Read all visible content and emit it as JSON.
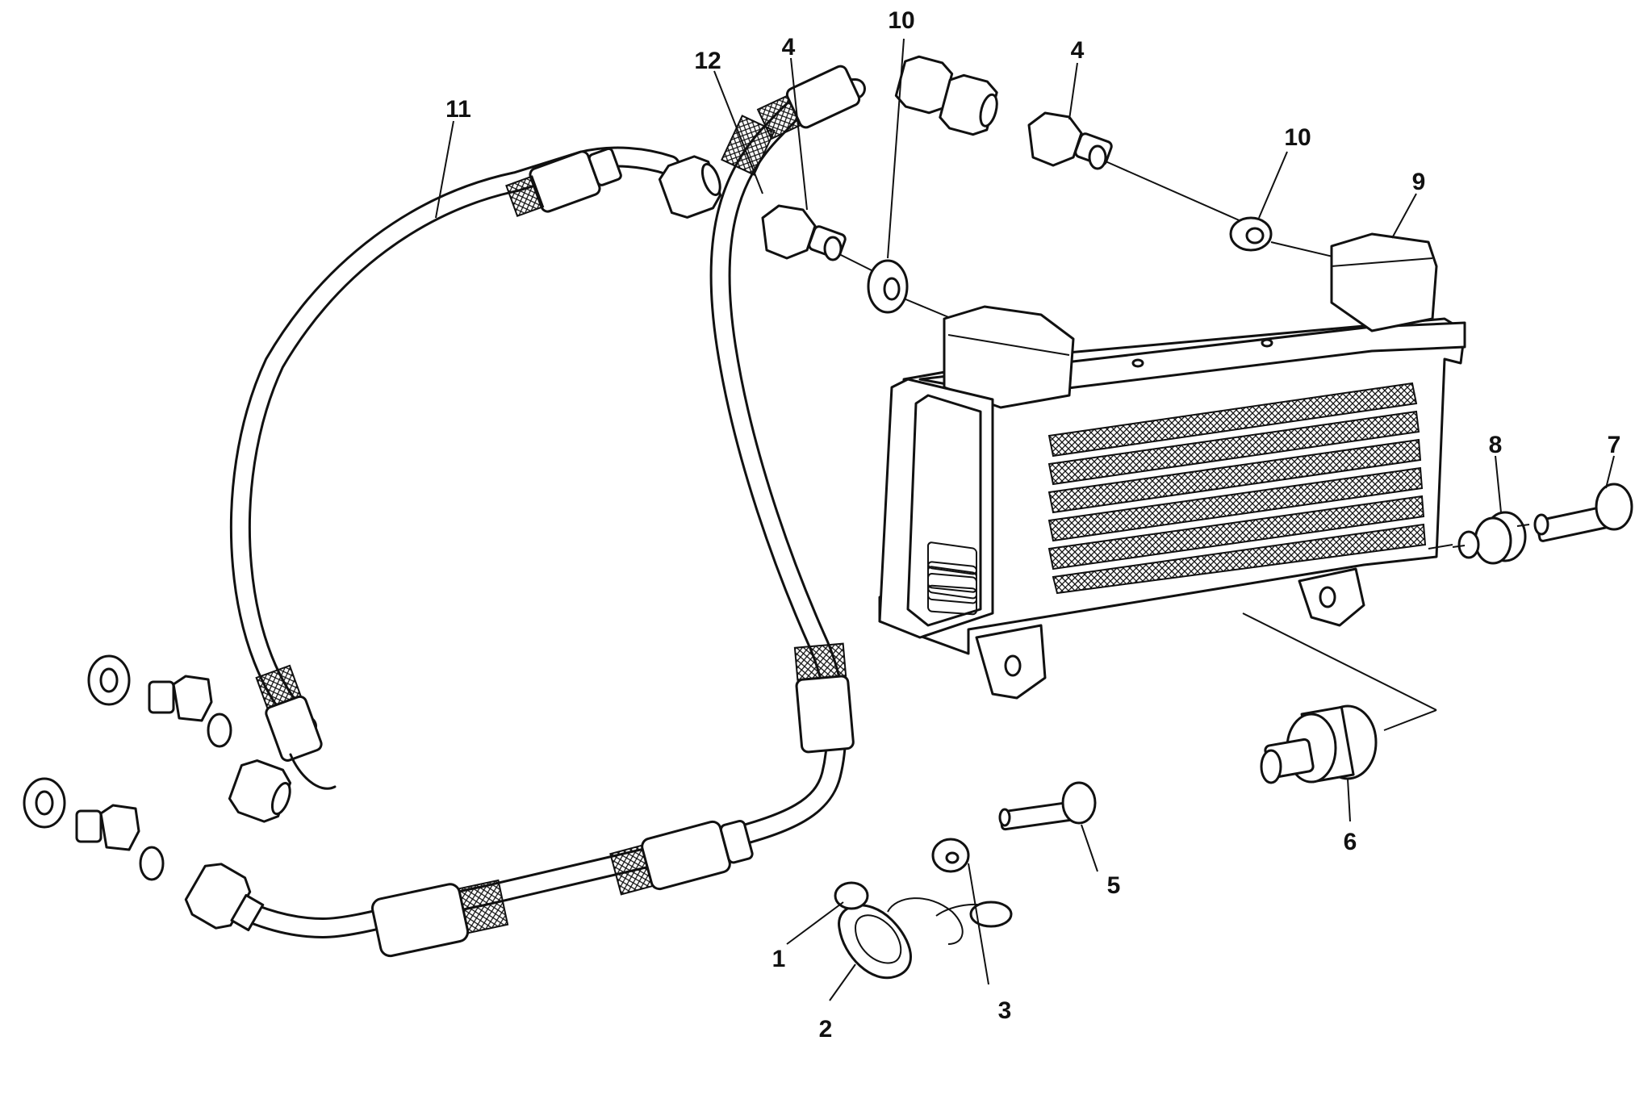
{
  "callouts": [
    {
      "id": "1",
      "text": "1"
    },
    {
      "id": "2",
      "text": "2"
    },
    {
      "id": "3",
      "text": "3"
    },
    {
      "id": "4a",
      "text": "4"
    },
    {
      "id": "4b",
      "text": "4"
    },
    {
      "id": "5",
      "text": "5"
    },
    {
      "id": "6",
      "text": "6"
    },
    {
      "id": "7",
      "text": "7"
    },
    {
      "id": "8",
      "text": "8"
    },
    {
      "id": "9",
      "text": "9"
    },
    {
      "id": "10a",
      "text": "10"
    },
    {
      "id": "10b",
      "text": "10"
    },
    {
      "id": "11",
      "text": "11"
    },
    {
      "id": "12",
      "text": "12"
    }
  ]
}
